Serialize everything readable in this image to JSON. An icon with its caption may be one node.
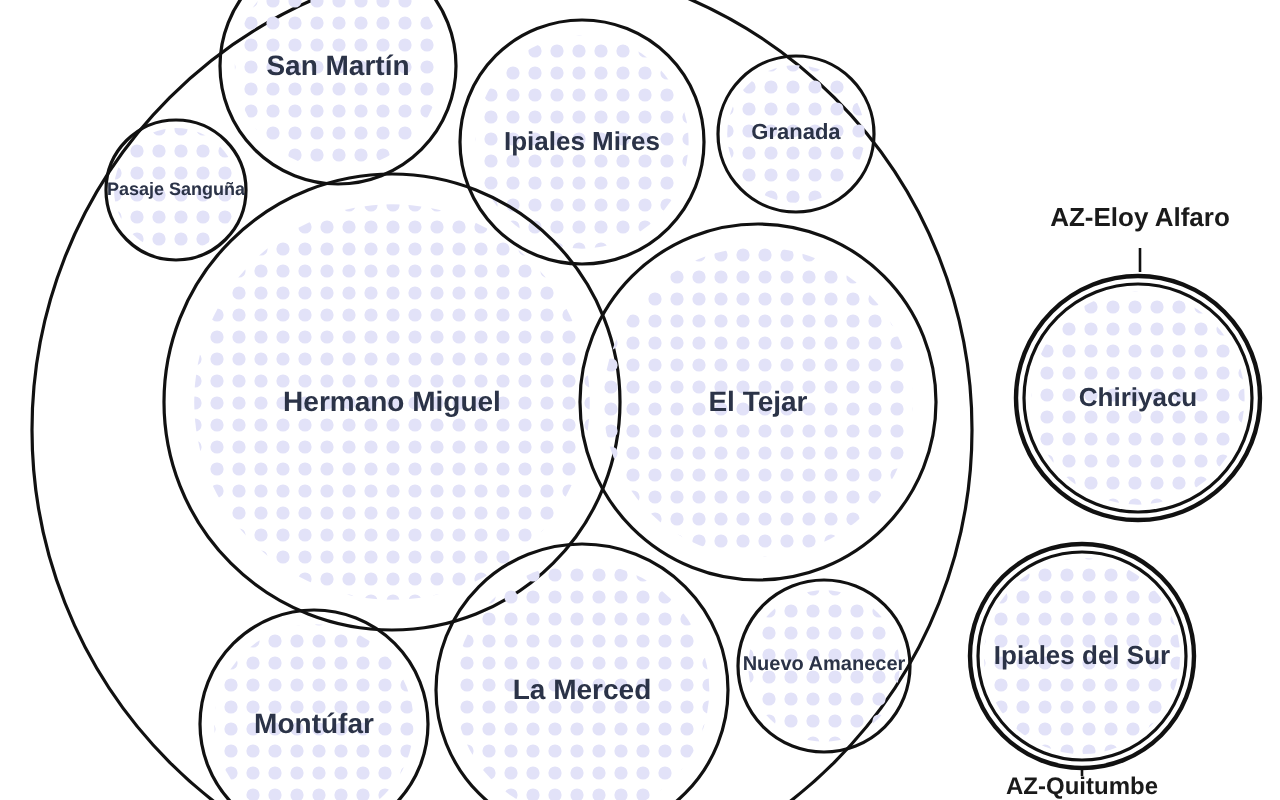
{
  "diagram": {
    "nodes": [
      {
        "text": [],
        "shape": "circle"
      },
      {
        "text": [
          "San Martín"
        ],
        "in": 0
      },
      {
        "text": [
          "Ipiales Mires"
        ],
        "in": 0
      },
      {
        "text": [
          "Granada"
        ],
        "in": 0
      },
      {
        "text": [
          "Pasaje Sanguña"
        ],
        "in": 0
      },
      {
        "text": [
          "Hermano Miguel"
        ],
        "in": 0
      },
      {
        "text": [
          "El Tejar"
        ],
        "in": 0
      },
      {
        "text": [
          "Montúfar"
        ],
        "in": 0
      },
      {
        "text": [
          "La Merced"
        ],
        "in": 0
      },
      {
        "text": [
          "Nuevo Amanecer"
        ],
        "in": 0
      },
      {
        "text": [
          "Chiriyacu"
        ],
        "beside": [
          "AZ-Eloy Alfaro"
        ]
      },
      {
        "text": [
          "Ipiales del Sur"
        ],
        "beside": [
          "AZ-Quitumbe"
        ]
      }
    ]
  }
}
